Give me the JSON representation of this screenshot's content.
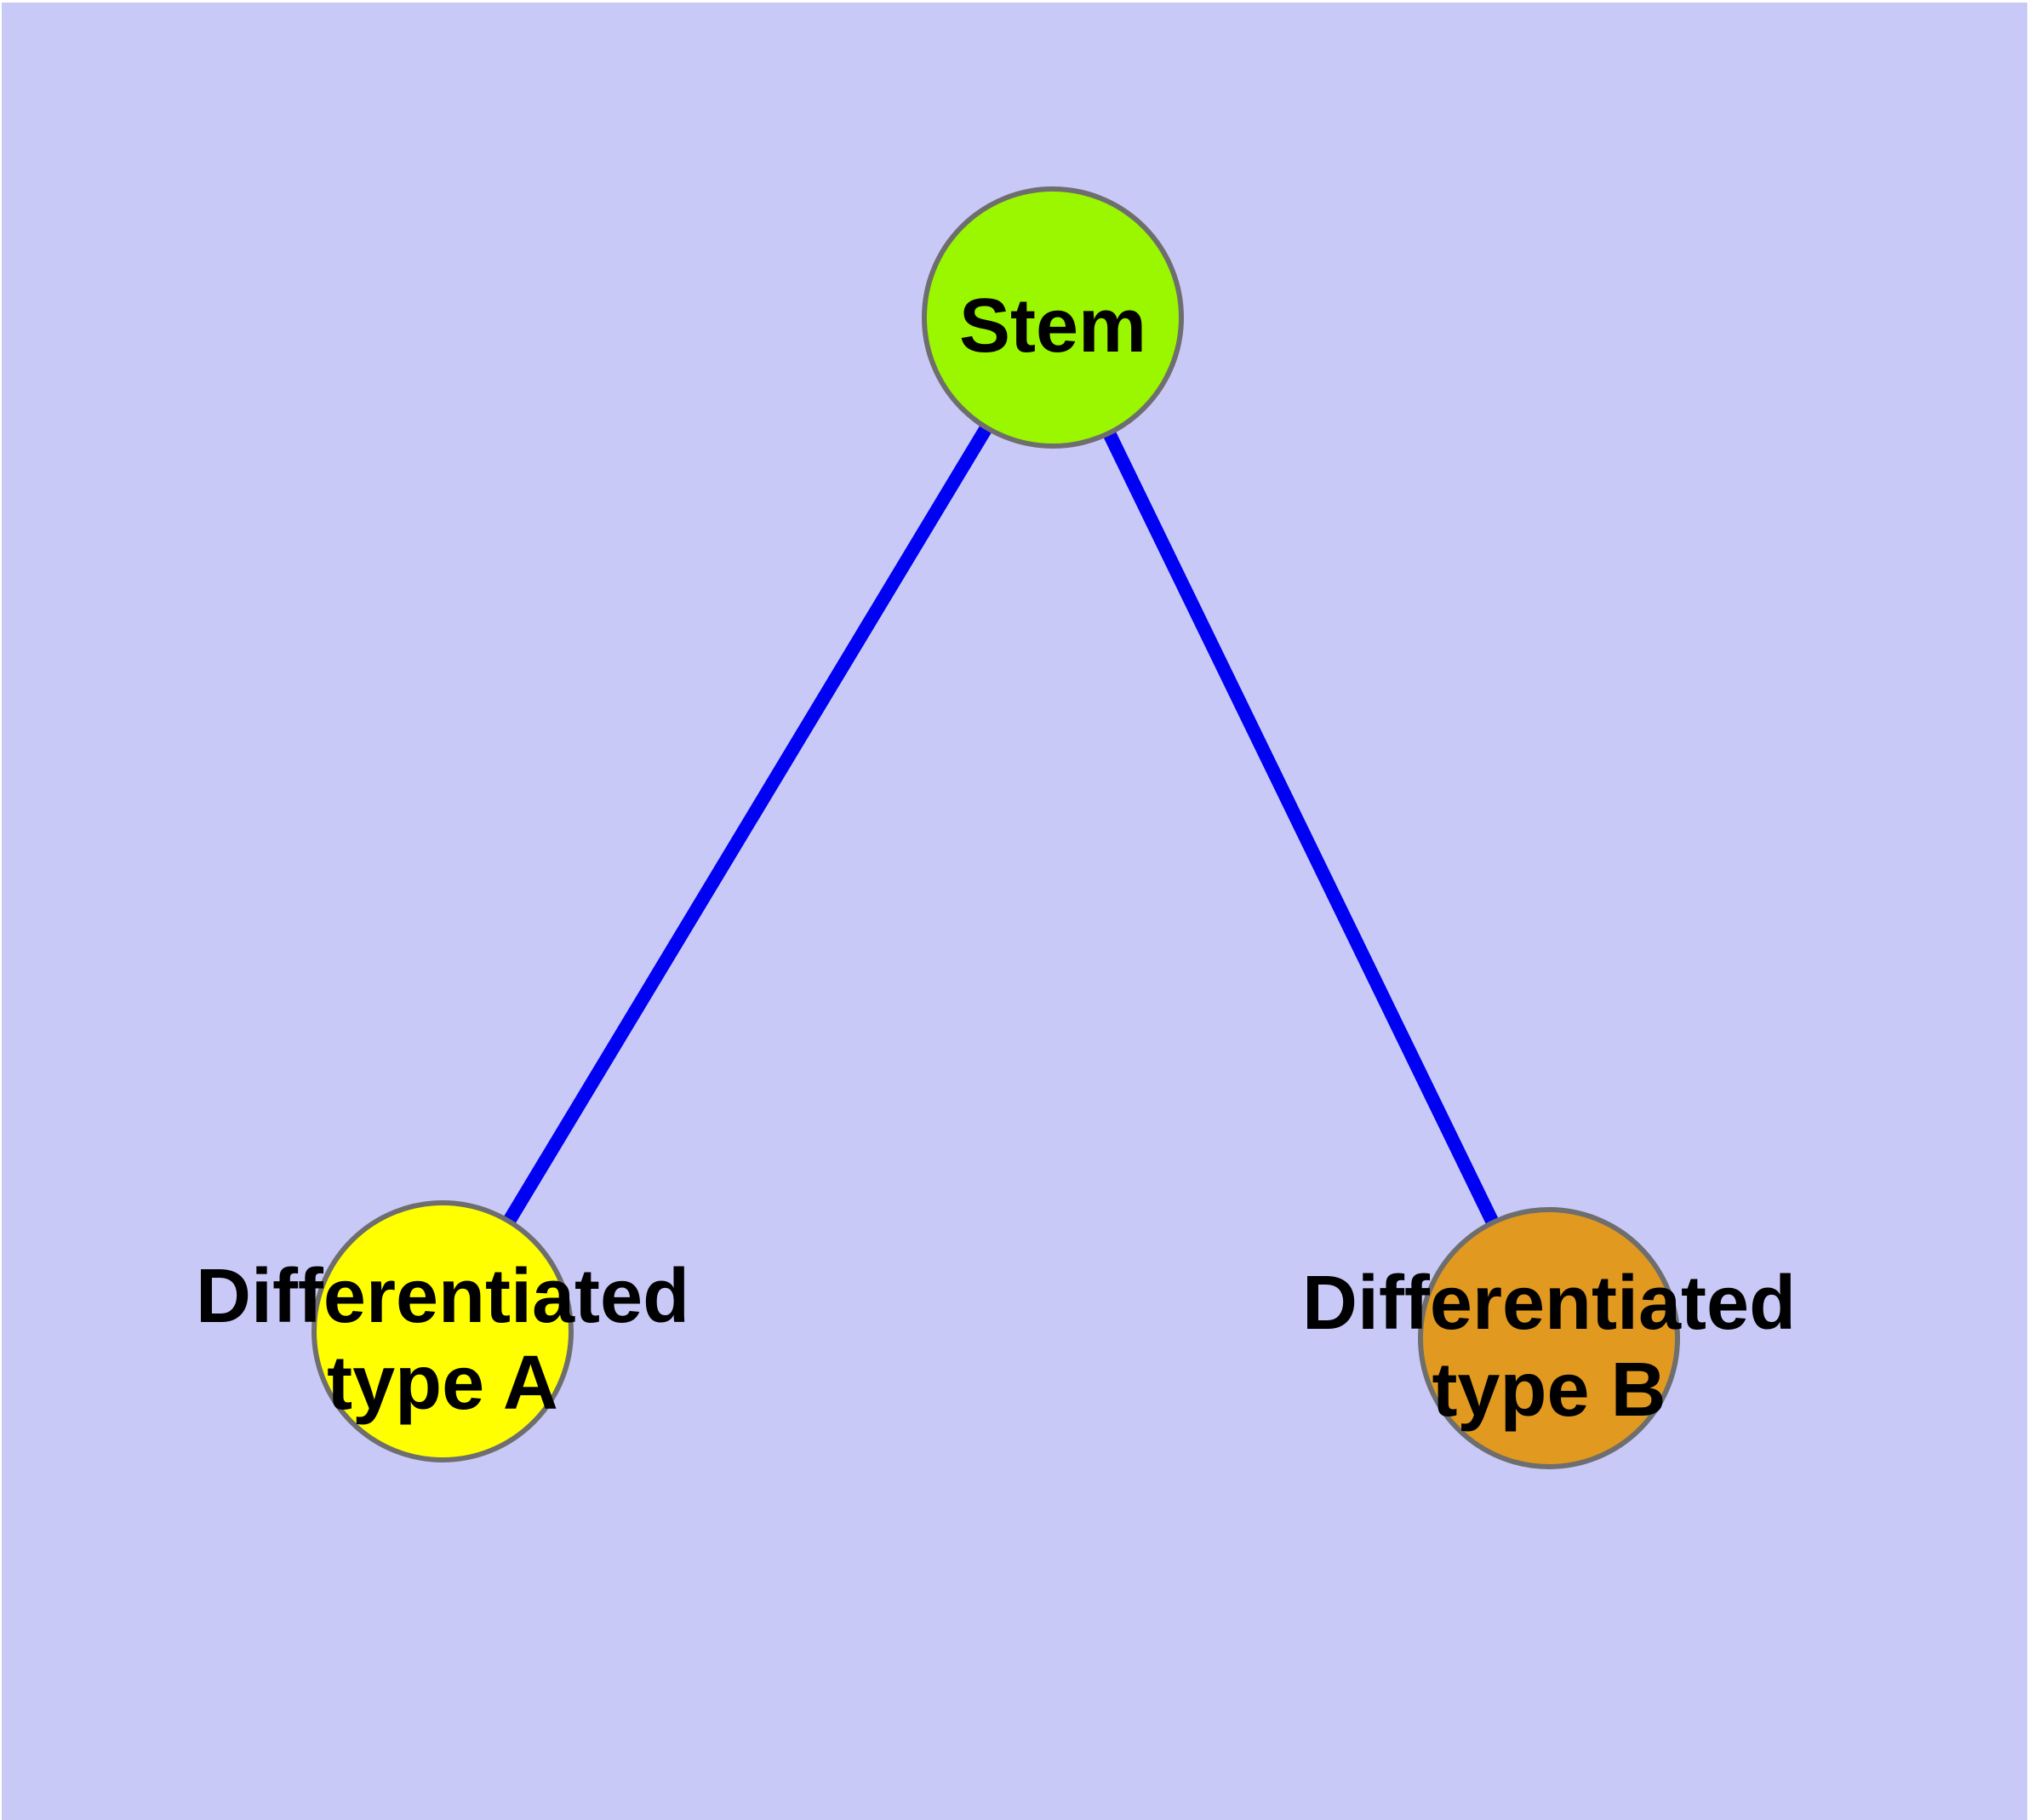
{
  "diagram": {
    "background_color": "#c9c9f8",
    "frame_color": "#ffffff",
    "edge_color": "#0000f2",
    "node_outline_color": "#6e6e6e",
    "label_color": "#000000",
    "nodes": [
      {
        "id": "stem",
        "label": "Stem",
        "fill_color": "#9af700"
      },
      {
        "id": "differentiated-type-a",
        "label_line1": "Differentiated",
        "label_line2": "type A",
        "fill_color": "#ffff00"
      },
      {
        "id": "differentiated-type-b",
        "label_line1": "Differentiated",
        "label_line2": "type B",
        "fill_color": "#e2991f"
      }
    ],
    "edges": [
      {
        "from": "stem",
        "to": "differentiated-type-a"
      },
      {
        "from": "stem",
        "to": "differentiated-type-b"
      }
    ]
  }
}
